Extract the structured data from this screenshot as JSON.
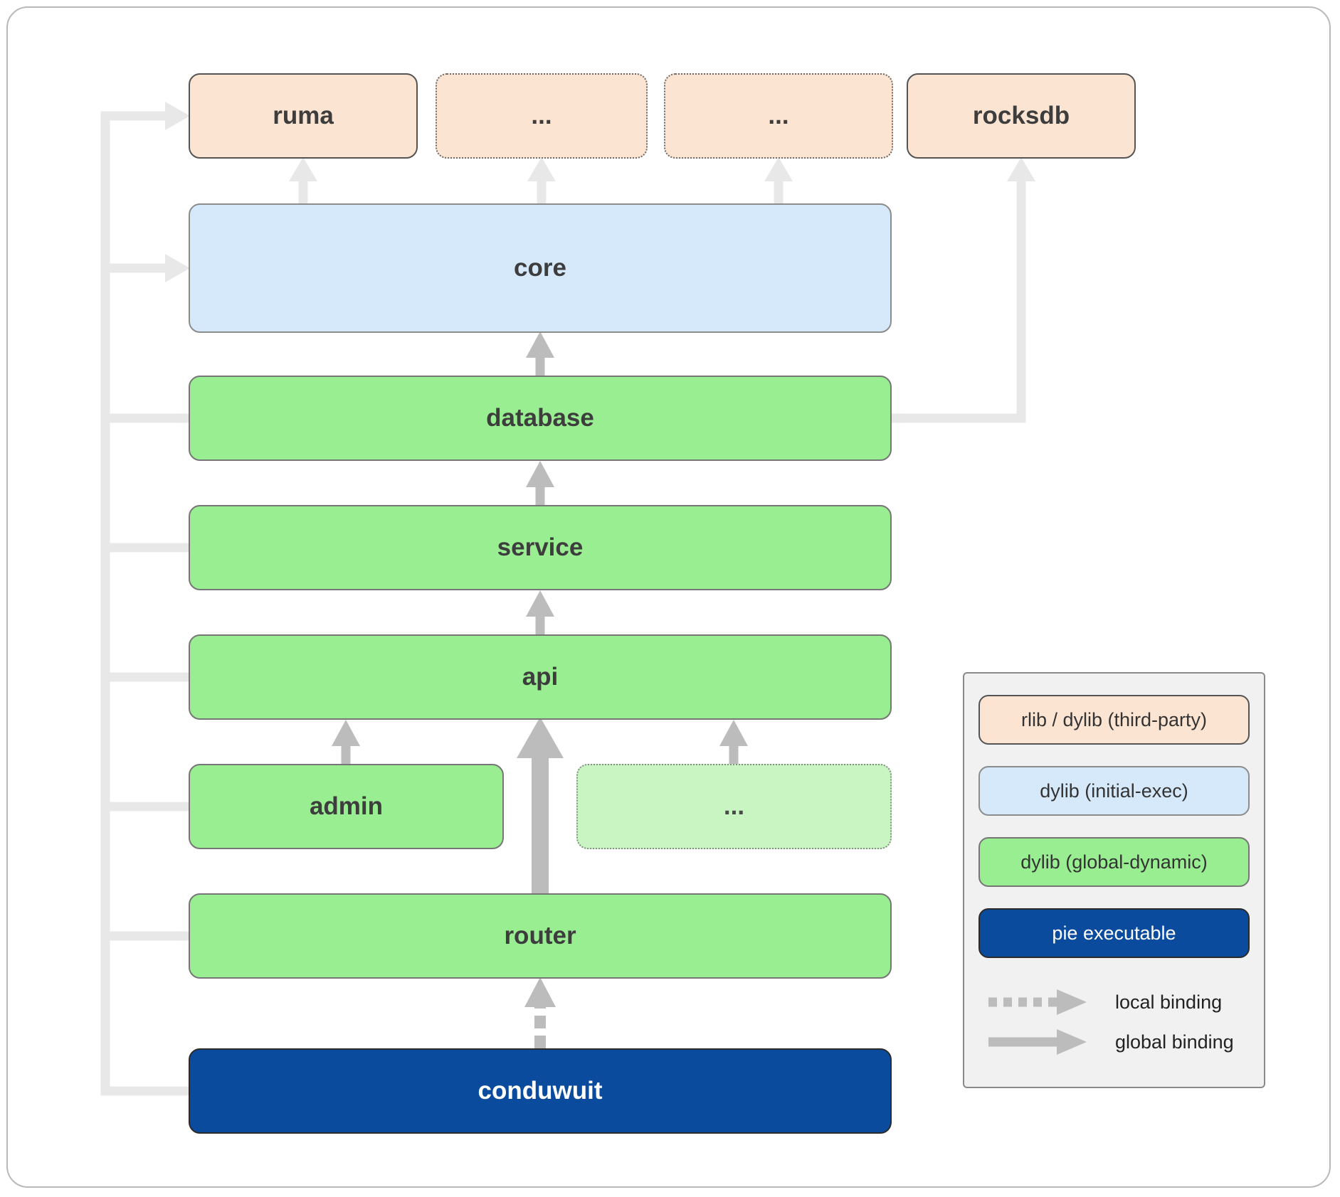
{
  "diagram": {
    "nodes": {
      "ruma": {
        "label": "ruma"
      },
      "other_third_party_1": {
        "label": "..."
      },
      "other_third_party_2": {
        "label": "..."
      },
      "rocksdb": {
        "label": "rocksdb"
      },
      "core": {
        "label": "core"
      },
      "database": {
        "label": "database"
      },
      "service": {
        "label": "service"
      },
      "api": {
        "label": "api"
      },
      "admin": {
        "label": "admin"
      },
      "other_modules": {
        "label": "..."
      },
      "router": {
        "label": "router"
      },
      "conduwuit": {
        "label": "conduwuit"
      }
    }
  },
  "legend": {
    "items": [
      {
        "label": "rlib / dylib (third-party)",
        "type": "third_party"
      },
      {
        "label": "dylib (initial-exec)",
        "type": "initial_exec"
      },
      {
        "label": "dylib (global-dynamic)",
        "type": "global_dynamic"
      },
      {
        "label": "pie executable",
        "type": "pie_executable"
      }
    ],
    "bindings": [
      {
        "label": "local binding",
        "style": "dashed"
      },
      {
        "label": "global binding",
        "style": "solid"
      }
    ]
  },
  "colors": {
    "third_party_fill": "#fce4d2",
    "initial_exec_fill": "#d6e9fa",
    "global_dynamic_fill": "#98ee90",
    "global_dynamic_alt_fill": "#c8f5c1",
    "pie_fill": "#0b4b9e",
    "binding_light": "#e8e8e8",
    "binding_dark": "#bcbcbc"
  }
}
